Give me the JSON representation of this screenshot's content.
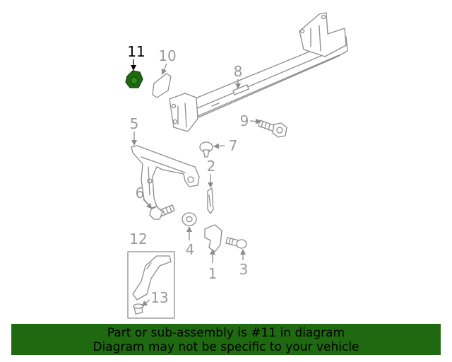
{
  "colors": {
    "banner_bg": "#1f6a10",
    "highlight_part": "#1f6a10",
    "callout_text": "#9a9a9a"
  },
  "callouts": {
    "c1": "1",
    "c2": "2",
    "c3": "3",
    "c4": "4",
    "c5": "5",
    "c6": "6",
    "c7": "7",
    "c8": "8",
    "c9": "9",
    "c10": "10",
    "c11": "11",
    "c12": "12",
    "c13": "13"
  },
  "highlighted_part": "11",
  "banner": {
    "line1": "Part or sub-assembly is #11 in diagram",
    "line2": "Diagram may not be specific to your vehicle"
  }
}
